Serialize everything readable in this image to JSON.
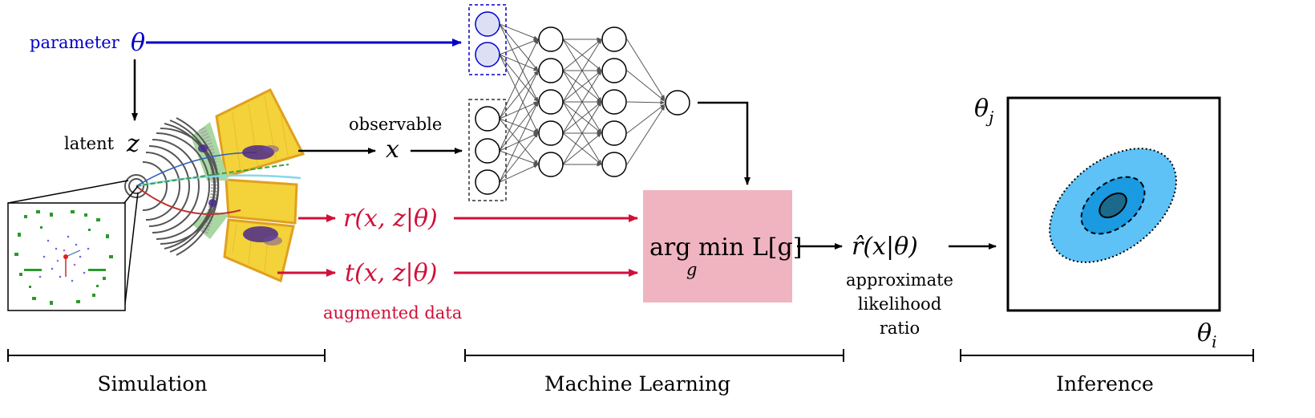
{
  "labels": {
    "parameter": "parameter",
    "theta": "θ",
    "latent": "latent",
    "z": "z",
    "observable": "observable",
    "x": "x",
    "r_expr": "r(x, z|θ)",
    "t_expr": "t(x, z|θ)",
    "augmented": "augmented data",
    "argmin": "arg min L[g]",
    "argmin_sub": "g",
    "rhat": "r̂(x|θ)",
    "approx_line1": "approximate",
    "approx_line2": "likelihood",
    "approx_line3": "ratio",
    "theta_j": "θj",
    "theta_i": "θi"
  },
  "sections": [
    {
      "label": "Simulation"
    },
    {
      "label": "Machine Learning"
    },
    {
      "label": "Inference"
    }
  ],
  "colors": {
    "parameter_blue": "#0000c8",
    "augmented_red": "#d0103a",
    "loss_box": "#f0b4c0",
    "input_node_fill": "#dde0f5",
    "detector_yellow": "#f3d23a",
    "detector_green": "#a8d8a0",
    "ellipse_outer": "#5ec2f7",
    "ellipse_mid": "#1a9ae0",
    "ellipse_inner": "#1b6a8c"
  },
  "icons": [
    "particle-detector-icon",
    "event-display-icon",
    "neural-network-icon",
    "contour-plot-icon"
  ]
}
